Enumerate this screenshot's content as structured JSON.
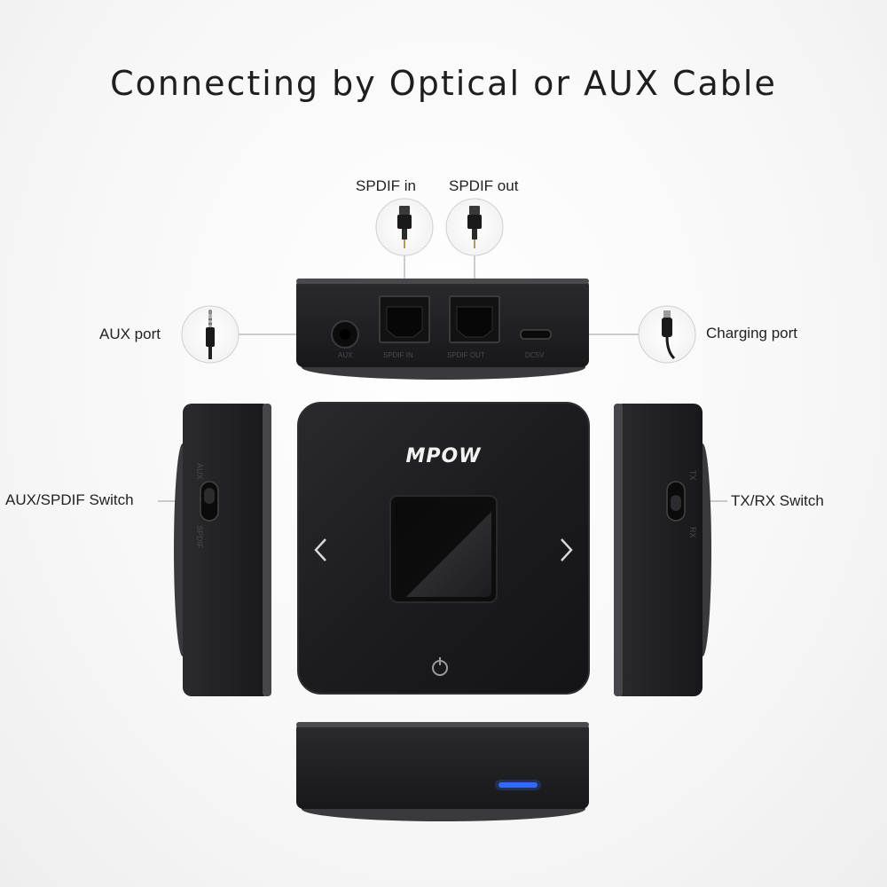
{
  "title": "Connecting by Optical or AUX Cable",
  "brand": "MPOW",
  "labels": {
    "spdif_in": "SPDIF in",
    "spdif_out": "SPDIF out",
    "aux_port": "AUX port",
    "charging_port": "Charging port",
    "aux_spdif_switch": "AUX/SPDIF Switch",
    "tx_rx_switch": "TX/RX  Switch"
  },
  "port_labels": {
    "aux": "AUX",
    "spdif_in": "SPDIF IN",
    "spdif_out": "SPDIF OUT",
    "dc": "DC5V"
  },
  "switch_labels": {
    "left_top": "AUX",
    "left_bottom": "SPDIF",
    "right_top": "TX",
    "right_bottom": "RX"
  },
  "icons": [
    "optical-plug-icon",
    "aux-jack-icon",
    "usb-cable-icon",
    "power-icon",
    "chevron-left-icon",
    "chevron-right-icon",
    "led-indicator-icon"
  ],
  "colors": {
    "device": "#1f1f21",
    "device_edge": "#3a3a3d",
    "led": "#2f6bff",
    "callout_line": "#9a9a9a"
  }
}
